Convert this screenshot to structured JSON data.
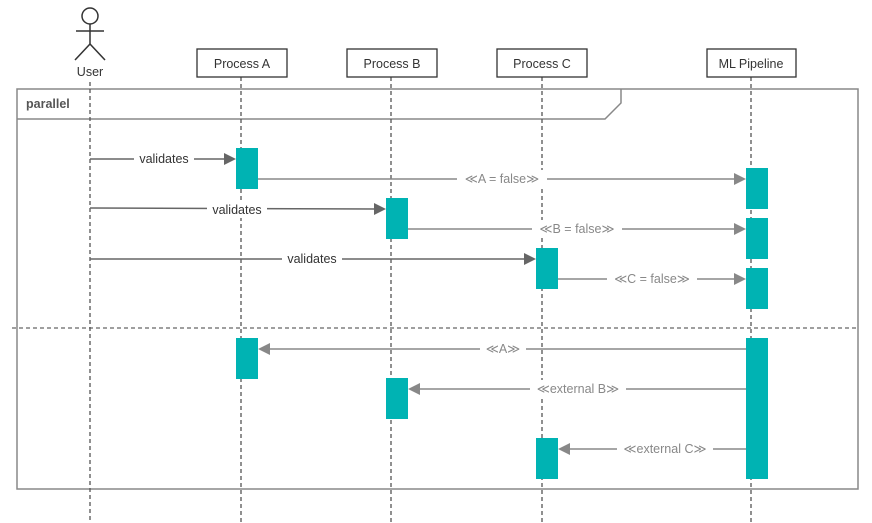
{
  "actor": {
    "label": "User"
  },
  "participants": [
    {
      "id": "A",
      "label": "Process A"
    },
    {
      "id": "B",
      "label": "Process B"
    },
    {
      "id": "C",
      "label": "Process C"
    },
    {
      "id": "ML",
      "label": "ML Pipeline"
    }
  ],
  "fragment": {
    "label": "parallel"
  },
  "messages": [
    {
      "label": "validates",
      "from": "User",
      "to": "A",
      "style": "solid"
    },
    {
      "label": "≪A = false≫",
      "from": "A",
      "to": "ML",
      "style": "solid-gray"
    },
    {
      "label": "validates",
      "from": "User",
      "to": "B",
      "style": "solid"
    },
    {
      "label": "≪B = false≫",
      "from": "B",
      "to": "ML",
      "style": "solid-gray"
    },
    {
      "label": "validates",
      "from": "User",
      "to": "C",
      "style": "solid"
    },
    {
      "label": "≪C = false≫",
      "from": "C",
      "to": "ML",
      "style": "solid-gray"
    },
    {
      "label": "≪A≫",
      "from": "ML",
      "to": "A",
      "style": "solid-gray"
    },
    {
      "label": "≪external B≫",
      "from": "ML",
      "to": "B",
      "style": "solid-gray"
    },
    {
      "label": "≪external C≫",
      "from": "ML",
      "to": "C",
      "style": "solid-gray"
    }
  ],
  "colors": {
    "activation": "#00b3b3",
    "lifeline": "#555555",
    "frame": "#888888",
    "arrow": "#888888",
    "text": "#333333",
    "label_gray": "#888888"
  }
}
